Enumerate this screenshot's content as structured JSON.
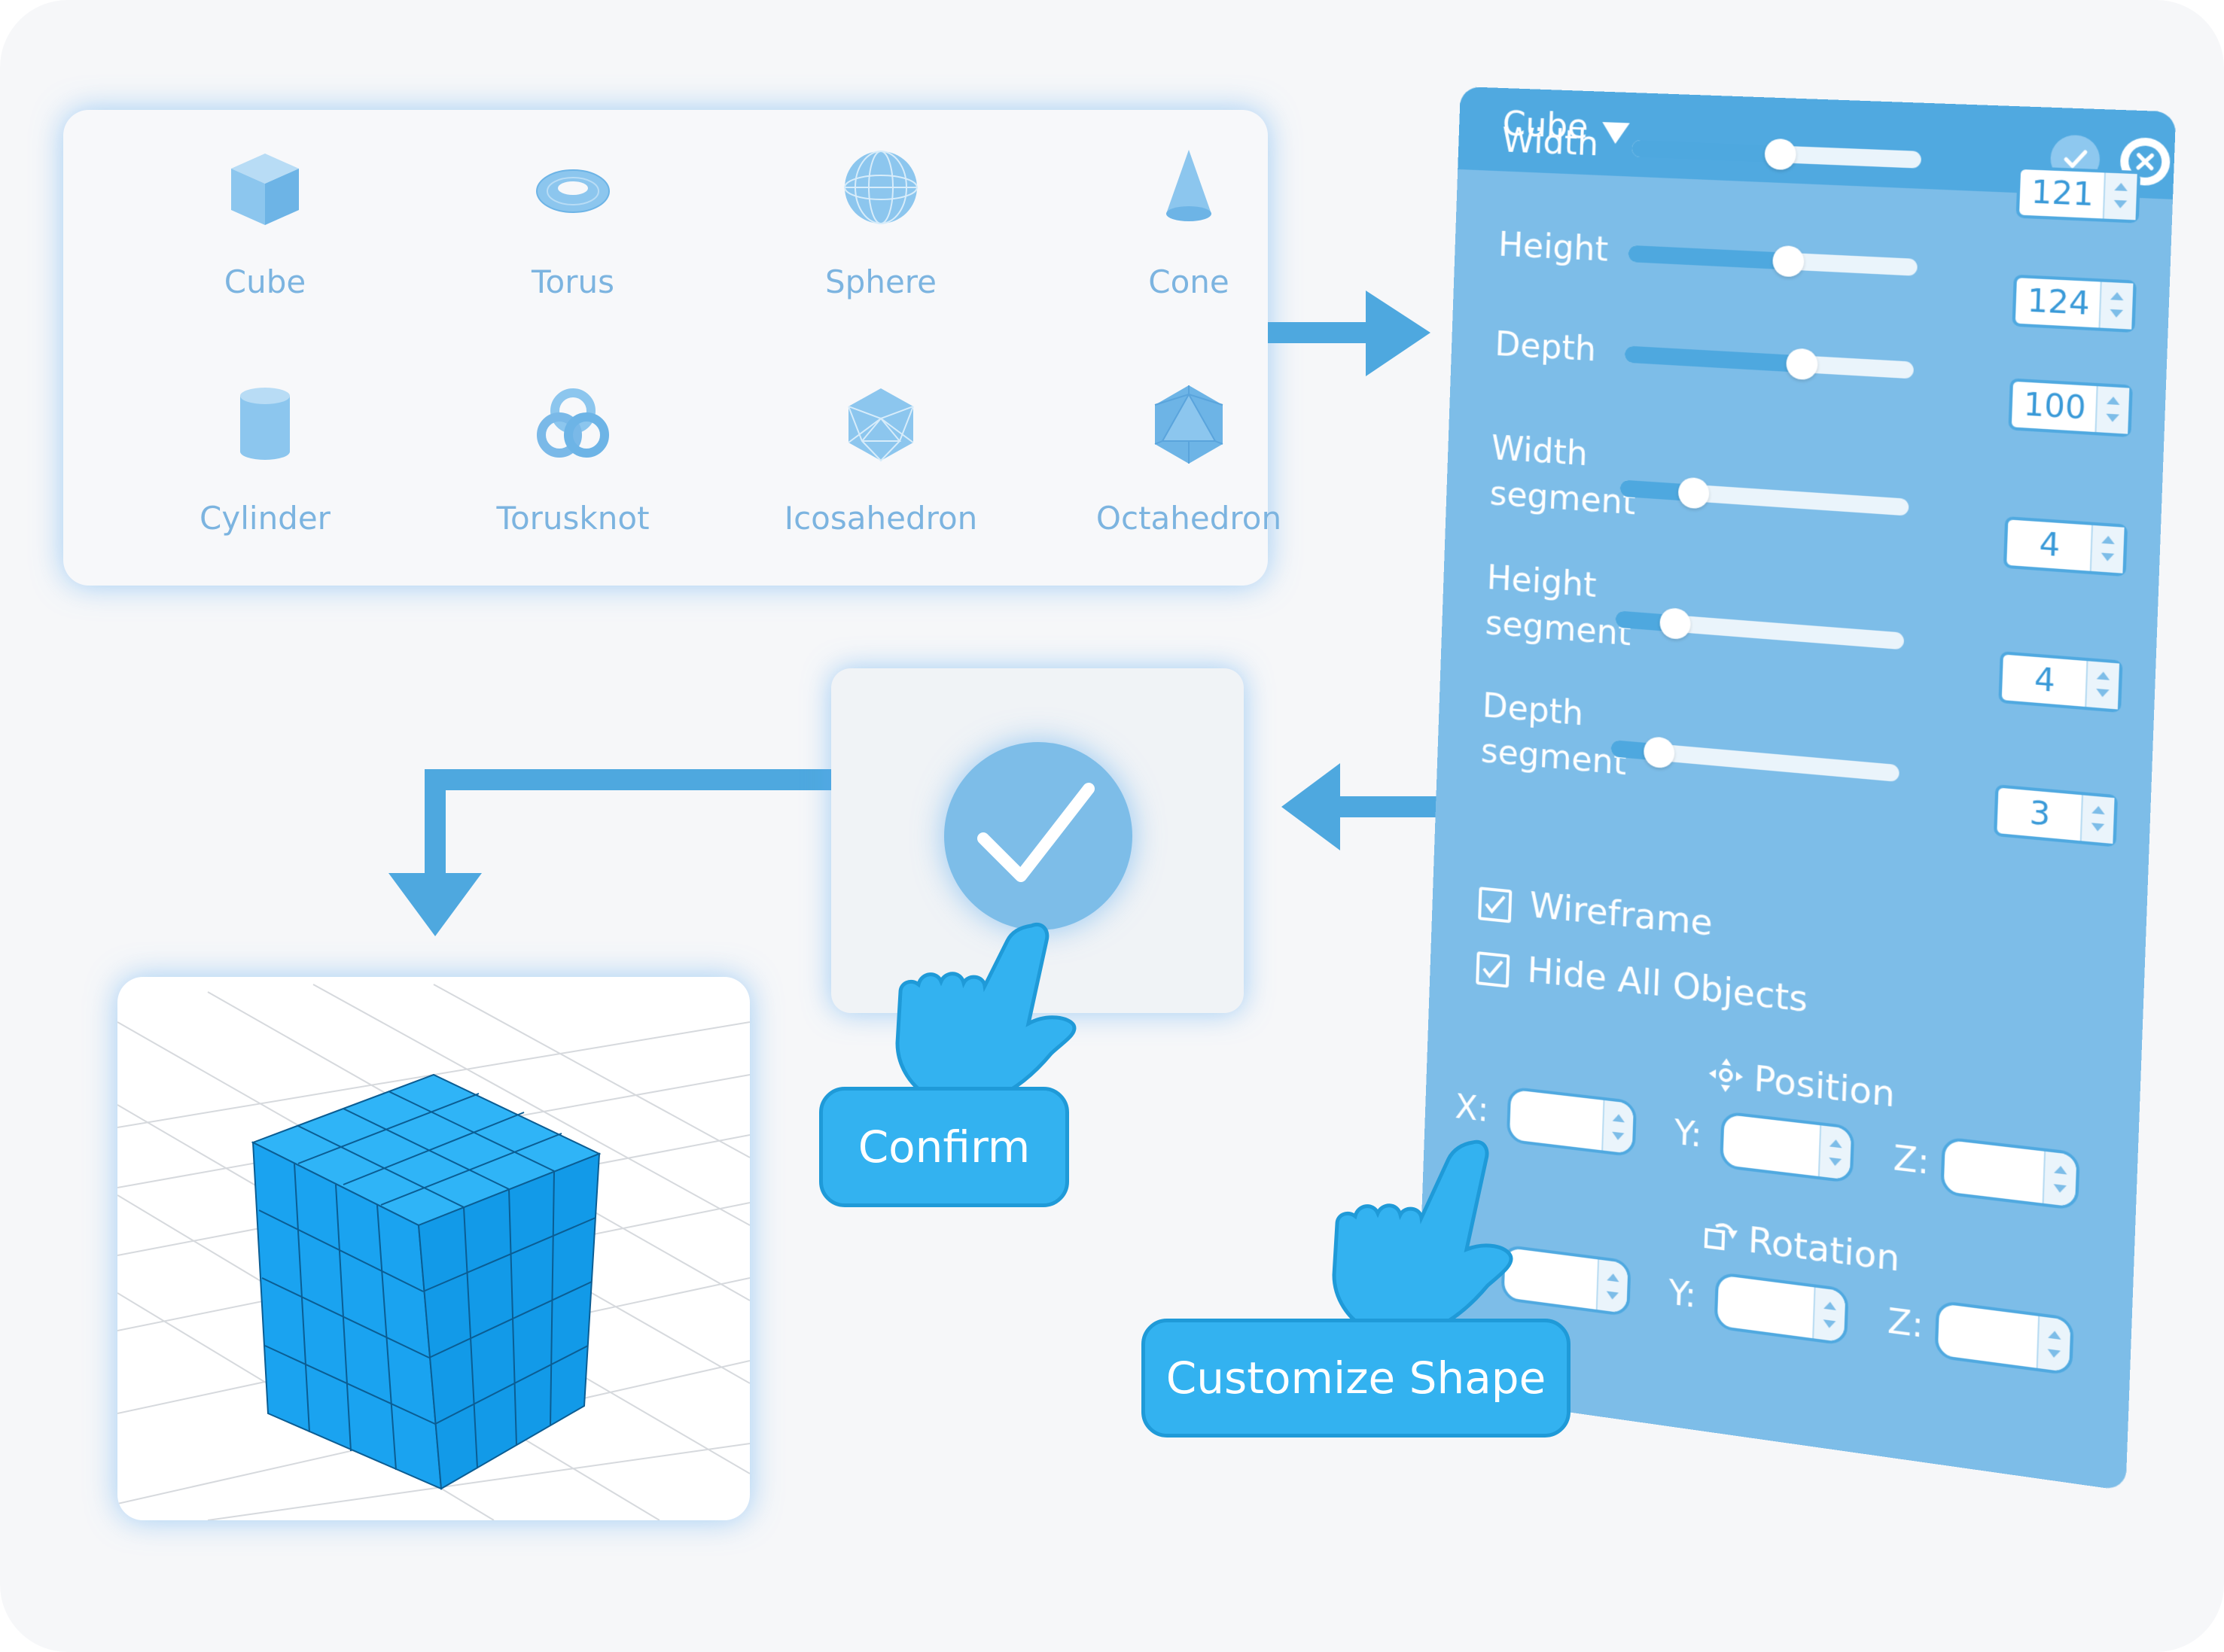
{
  "gallery": {
    "shapes": [
      {
        "label": "Cube",
        "icon": "cube-icon"
      },
      {
        "label": "Torus",
        "icon": "torus-icon"
      },
      {
        "label": "Sphere",
        "icon": "sphere-icon"
      },
      {
        "label": "Cone",
        "icon": "cone-icon"
      },
      {
        "label": "Cylinder",
        "icon": "cylinder-icon"
      },
      {
        "label": "Torusknot",
        "icon": "torusknot-icon"
      },
      {
        "label": "Icosahedron",
        "icon": "icosahedron-icon"
      },
      {
        "label": "Octahedron",
        "icon": "octahedron-icon"
      }
    ]
  },
  "panel": {
    "title": "Cube",
    "sliders": [
      {
        "label": "Width",
        "value": "121",
        "level": 0.52
      },
      {
        "label": "Height",
        "value": "124",
        "level": 0.56
      },
      {
        "label": "Depth",
        "value": "100",
        "level": 0.62
      },
      {
        "label": "Width\nsegment",
        "value": "4",
        "level": 0.26
      },
      {
        "label": "Height\nsegment",
        "value": "4",
        "level": 0.21
      },
      {
        "label": "Depth\nsegment",
        "value": "3",
        "level": 0.17
      }
    ],
    "checkboxes": [
      {
        "label": "Wireframe",
        "checked": true
      },
      {
        "label": "Hide All Objects",
        "checked": true
      }
    ],
    "position_title": "Position",
    "rotation_title": "Rotation",
    "axes": {
      "x": "X:",
      "y": "Y:",
      "z": "Z:"
    }
  },
  "confirm_callout": "Confirm",
  "customize_callout": "Customize Shape",
  "colors": {
    "accent": "#4ea8df",
    "panel": "#7dbde8",
    "callout": "#33b2f0",
    "cube": "#1aa3f0"
  }
}
